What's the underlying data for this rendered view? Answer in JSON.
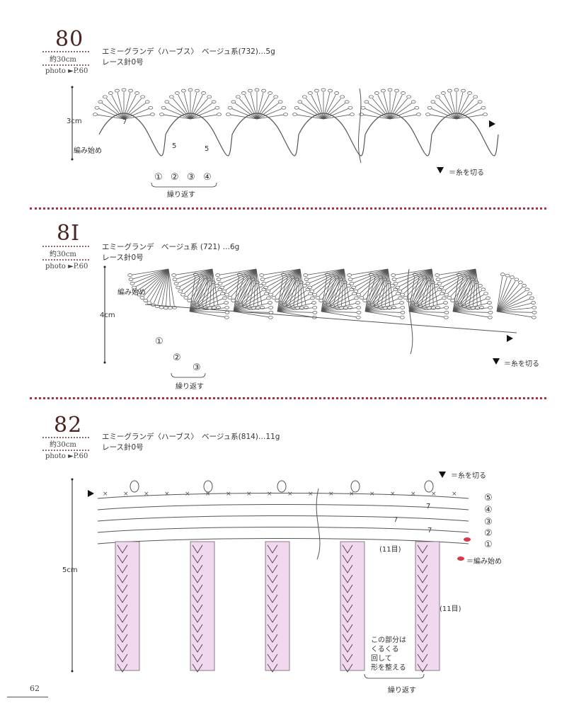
{
  "page_number": "62",
  "patterns": [
    {
      "number": "80",
      "length": "約30cm",
      "photo": "photo ►P.60",
      "yarn_line1": "エミーグランデ〈ハーブス〉　ベージュ系(732)…5g",
      "yarn_line2": "レース針0号",
      "height": "3cm",
      "start": "編み始め",
      "cut": "＝糸を切る",
      "repeat": "繰り返す",
      "rows": [
        "①",
        "②",
        "③",
        "④"
      ],
      "stitch_counts": [
        "7",
        "5",
        "5"
      ]
    },
    {
      "number": "8I",
      "length": "約30cm",
      "photo": "photo ►P.60",
      "yarn_line1": "エミーグランデ　ベージュ系 (721) …6g",
      "yarn_line2": "レース針0号",
      "height": "4cm",
      "start": "編み始め",
      "cut": "＝糸を切る",
      "repeat": "繰り返す",
      "rows": [
        "①",
        "②",
        "③"
      ]
    },
    {
      "number": "82",
      "length": "約30cm",
      "photo": "photo ►P.60",
      "yarn_line1": "エミーグランデ〈ハーブス〉　ベージュ系(814)…11g",
      "yarn_line2": "レース針0号",
      "height": "5cm",
      "start": "＝編み始め",
      "cut": "＝糸を切る",
      "repeat": "繰り返す",
      "rows": [
        "⑤",
        "④",
        "③",
        "②",
        "①"
      ],
      "stitch_counts": [
        "7",
        "7",
        "7"
      ],
      "count_label_1": "(11目)",
      "count_label_2": "(11目)",
      "note_lines": [
        "この部分は",
        "くるくる",
        "回して",
        "形を整える"
      ]
    }
  ],
  "colors": {
    "number": "#4a2323",
    "separator": "#b3303a",
    "fringe": "#f2d8ee",
    "start_mark": "#d63a4a"
  }
}
